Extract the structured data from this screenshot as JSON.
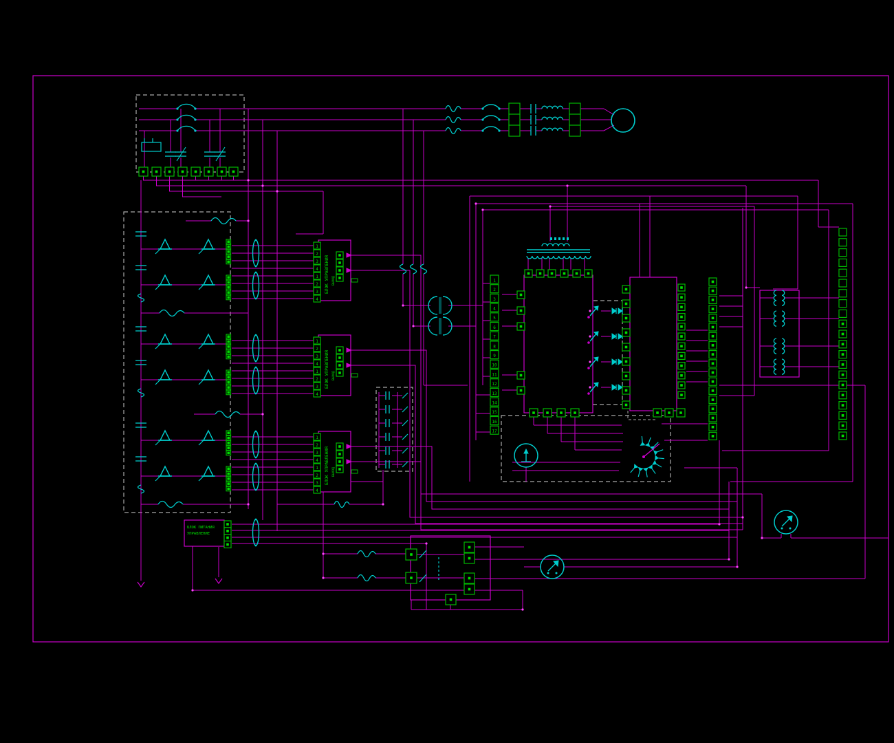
{
  "colors": {
    "background": "#000000",
    "wire": "#cc00cc",
    "wire_bright": "#ff44ff",
    "component": "#00cdcd",
    "terminal": "#00b800",
    "terminal_glyph": "#00e000",
    "label": "#00dc00",
    "frame": "#aaaaaa"
  },
  "labels": {
    "gate_driver_main": "БЛОК УПРАВЛЕНИЯ",
    "gate_driver_sub": "ВЫХОД",
    "power_module_line1": "БЛОК ПИТАНИЯ",
    "power_module_line2": "УПРАВЛЕНИЕ"
  },
  "terminal_digits": [
    "1",
    "2",
    "3",
    "4",
    "5",
    "6",
    "7",
    "8",
    "9",
    "10",
    "11",
    "12",
    "13",
    "14",
    "15",
    "16",
    "17"
  ],
  "driver_port_digits": [
    "1",
    "2",
    "3",
    "4"
  ],
  "components": [
    {
      "name": "incoming-breaker-panel",
      "type": "dashed-enclosure"
    },
    {
      "name": "capacitor-bank",
      "type": "shunt-capacitors"
    },
    {
      "name": "three-phase-motor-branch",
      "type": "fuse-contactor-filter"
    },
    {
      "name": "three-phase-motor",
      "type": "machine"
    },
    {
      "name": "thyristor-converter",
      "type": "six-row-bridge"
    },
    {
      "name": "gate-driver-module",
      "count": 3
    },
    {
      "name": "current-transformer",
      "count": 7
    },
    {
      "name": "snubber-network",
      "type": "rc-ladder"
    },
    {
      "name": "control-transformer",
      "type": "multi-winding"
    },
    {
      "name": "indicator-switch-column",
      "count": 4
    },
    {
      "name": "selector-switch",
      "positions": 10
    },
    {
      "name": "panel-meter",
      "count": 3
    },
    {
      "name": "pulse-transformer",
      "count": 4
    },
    {
      "name": "power-supply-module",
      "count": 1
    }
  ]
}
